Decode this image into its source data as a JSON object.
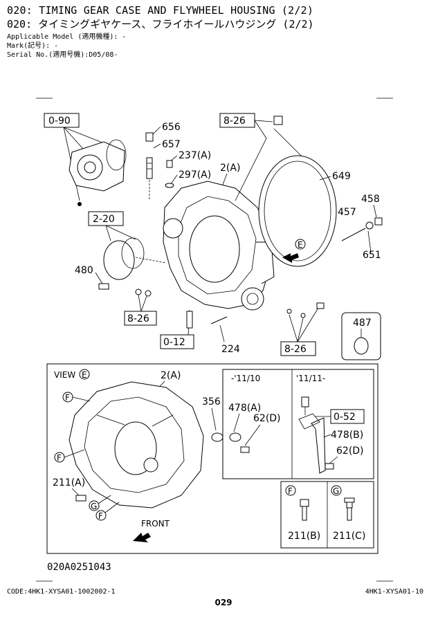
{
  "header": {
    "title_en": "020: TIMING GEAR CASE AND FLYWHEEL HOUSING (2/2)",
    "title_jp": "020: タイミングギヤケース、フライホイールハウジング (2/2)",
    "applicable_model": "Applicable Model (適用機種): -",
    "mark": "Mark(記号): -",
    "serial": "Serial No.(適用号機):D05/08-"
  },
  "refs": {
    "r090": "0-90",
    "r826a": "8-26",
    "r220": "2-20",
    "r826b": "8-26",
    "r012": "0-12",
    "r826c": "8-26",
    "r052": "0-52"
  },
  "parts": {
    "p656": "656",
    "p657": "657",
    "p237a": "237(A)",
    "p297a": "297(A)",
    "p2a": "2(A)",
    "p649": "649",
    "p458": "458",
    "p457": "457",
    "p651": "651",
    "p480": "480",
    "p224": "224",
    "p487": "487",
    "p2a_view": "2(A)",
    "p356": "356",
    "p478a": "478(A)",
    "p62d_a": "62(D)",
    "p478b": "478(B)",
    "p62d_b": "62(D)",
    "p211a": "211(A)",
    "p211b": "211(B)",
    "p211c": "211(C)"
  },
  "callouts": {
    "e": "E",
    "f": "F",
    "g": "G"
  },
  "view": {
    "label": "VIEW",
    "front": "FRONT",
    "col1": "-'11/10",
    "col2": "'11/11-"
  },
  "drawing_code": "020A0251043",
  "footer": {
    "code_left": "CODE:4HK1-XYSA01-1002002-1",
    "code_right": "4HK1-XYSA01-10",
    "page": "029"
  }
}
